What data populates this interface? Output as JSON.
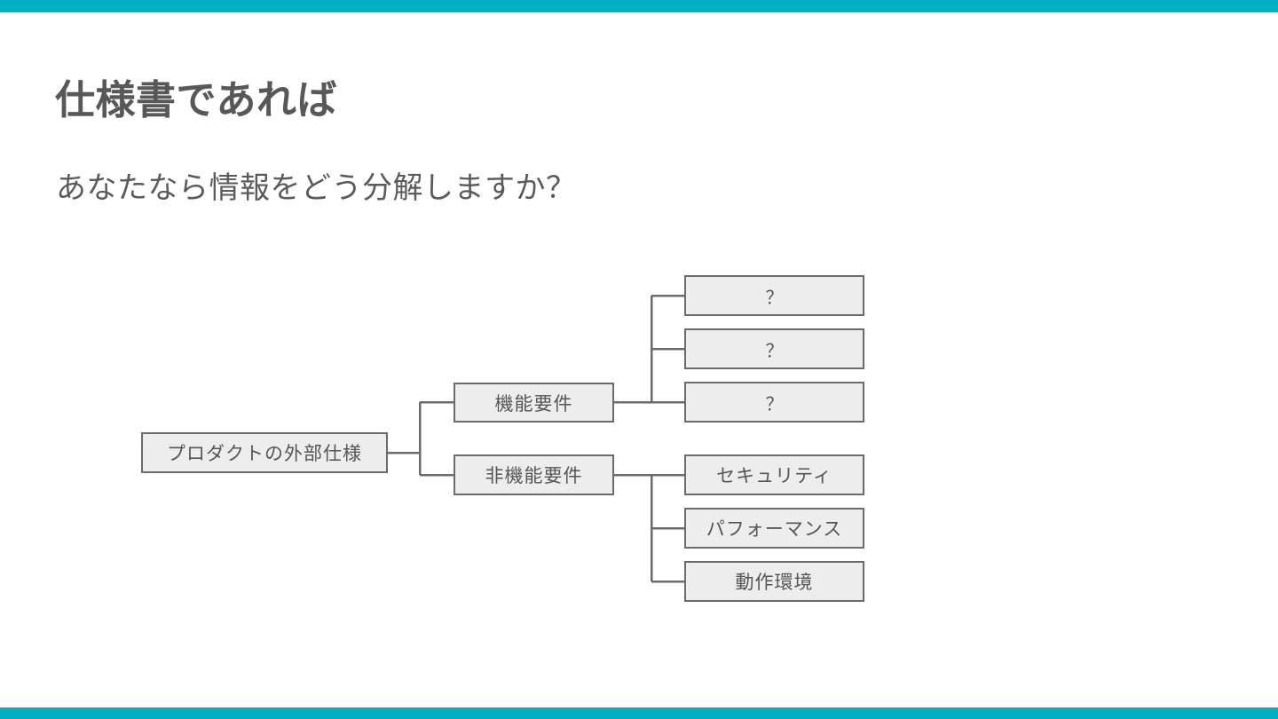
{
  "slide": {
    "title": "仕様書であれば",
    "subtitle": "あなたなら情報をどう分解しますか？",
    "accent_color": "#00AFC1",
    "text_color": "#585858",
    "background_color": "#FFFFFF"
  },
  "decor": {
    "top_bar_name": "top-accent-bar",
    "bottom_bar_name": "bottom-accent-bar"
  },
  "diagram": {
    "type": "tree",
    "node_fill": "#EDEDED",
    "node_border": "#6B6B6B",
    "connector_color": "#6B6B6B",
    "root": {
      "label": "プロダクトの外部仕様"
    },
    "branches": [
      {
        "label": "機能要件",
        "children": [
          {
            "label": "？"
          },
          {
            "label": "？"
          },
          {
            "label": "？"
          }
        ]
      },
      {
        "label": "非機能要件",
        "children": [
          {
            "label": "セキュリティ"
          },
          {
            "label": "パフォーマンス"
          },
          {
            "label": "動作環境"
          }
        ]
      }
    ]
  }
}
